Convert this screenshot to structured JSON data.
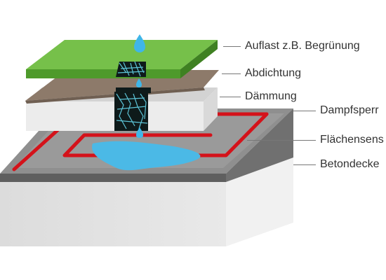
{
  "labels": {
    "auflast": "Auflast z.B. Begrünung",
    "abdichtung": "Abdichtung",
    "daemmung": "Dämmung",
    "dampfsperre": "Dampfsperr",
    "flaechensensor": "Flächensens",
    "betondecke": "Betondecke"
  },
  "colors": {
    "green_layer": "#6fbe45",
    "brown_layer": "#8d7a6a",
    "insulation": "#ececec",
    "vapor_barrier": "#8a8a8a",
    "concrete": "#e2e2e2",
    "sensor_red": "#d4121a",
    "water": "#4bb9e6"
  },
  "icons": [
    "water-drop-icon",
    "moisture-crack-icon"
  ]
}
